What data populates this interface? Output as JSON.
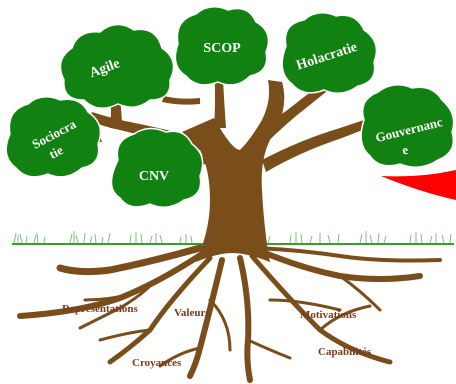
{
  "canopies": [
    {
      "key": "agile",
      "label": "Agile"
    },
    {
      "key": "scop",
      "label": "SCOP"
    },
    {
      "key": "holacratie",
      "label": "Holacratie"
    },
    {
      "key": "sociocratie",
      "lines": [
        "Sociocra",
        "tie"
      ]
    },
    {
      "key": "cnv",
      "label": "CNV"
    },
    {
      "key": "gouvernance",
      "lines": [
        "Gouvernanc",
        "e"
      ]
    }
  ],
  "roots": [
    {
      "key": "representations",
      "label": "Représentations"
    },
    {
      "key": "valeurs",
      "label": "Valeurs"
    },
    {
      "key": "motivations",
      "label": "Motivations"
    },
    {
      "key": "capabilites",
      "label": "Capabilités"
    },
    {
      "key": "croyances",
      "label": "Croyances"
    }
  ],
  "colors": {
    "foliage": "#118111",
    "trunk": "#7a4e1a",
    "root_text": "#7a3b1d",
    "ground": "#3a9a2a",
    "grass": "#55a855",
    "accent_red": "#ff0000"
  }
}
